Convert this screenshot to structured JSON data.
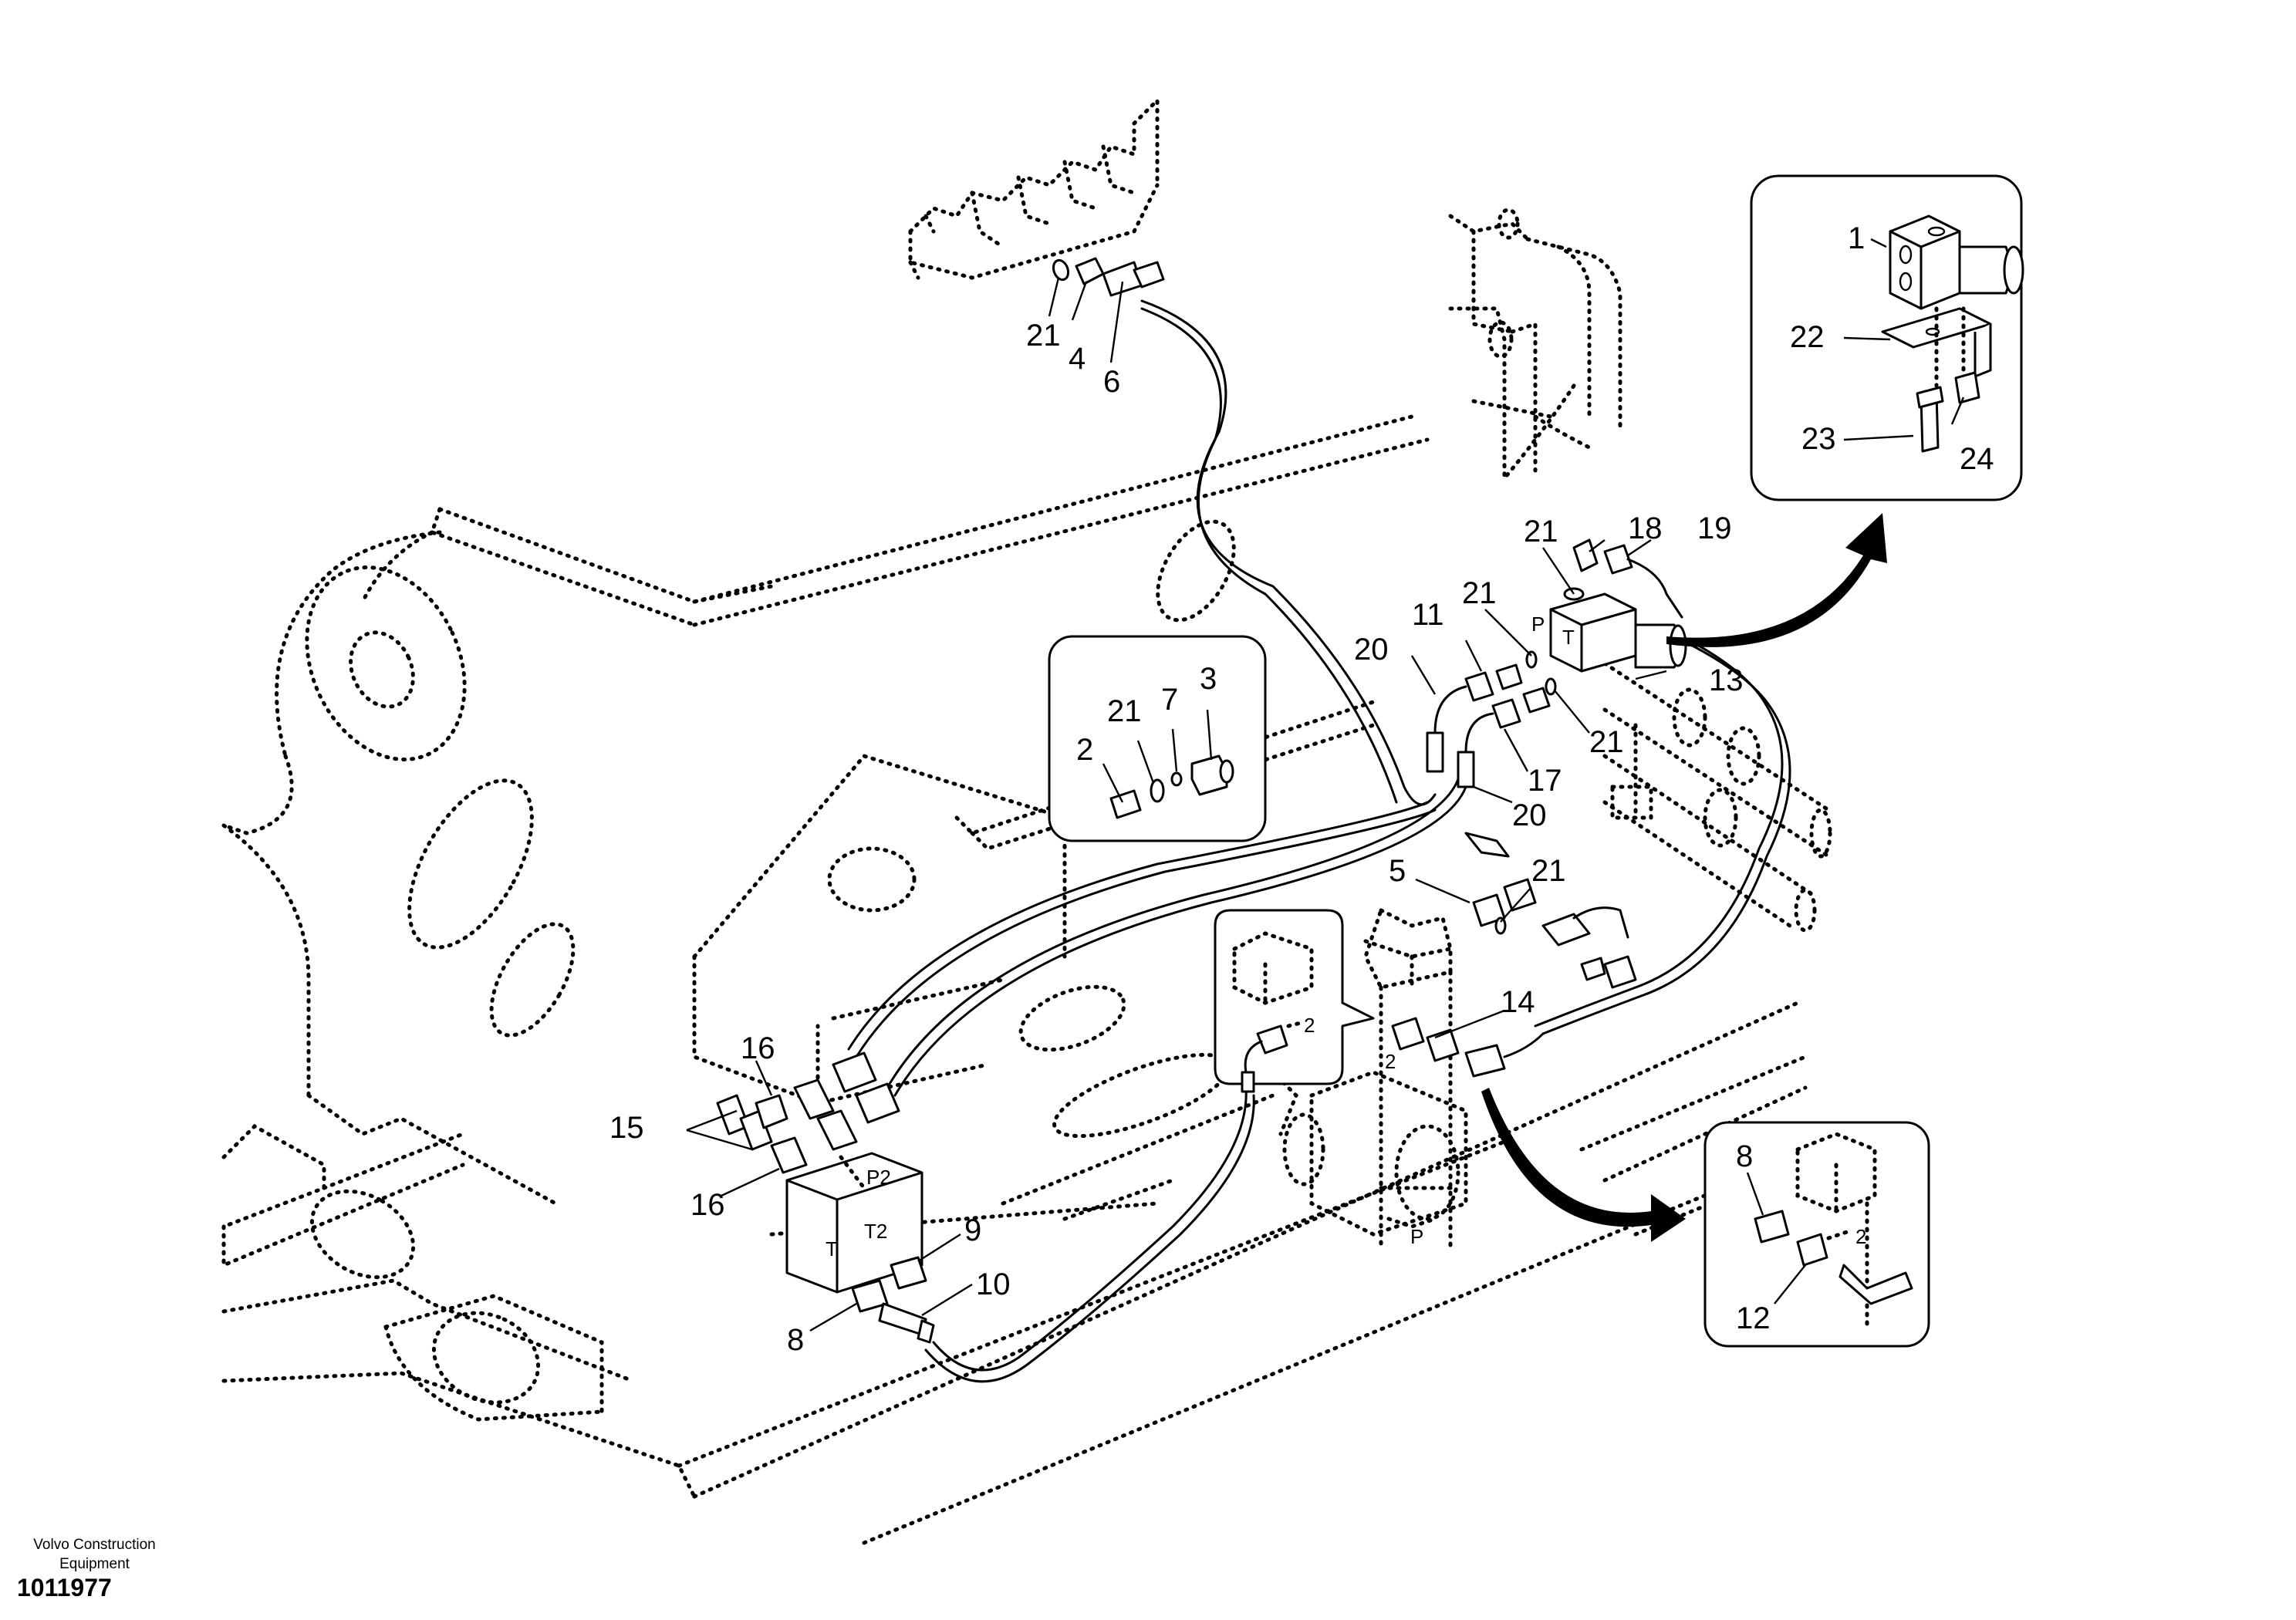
{
  "footer": {
    "brand_line1": "Volvo Construction",
    "brand_line2": "Equipment",
    "document_number": "1011977"
  },
  "callouts": {
    "c1": "1",
    "c2": "2",
    "c3": "3",
    "c4": "4",
    "c5": "5",
    "c6": "6",
    "c7": "7",
    "c8": "8",
    "c9": "9",
    "c10": "10",
    "c11": "11",
    "c12": "12",
    "c13": "13",
    "c14": "14",
    "c15": "15",
    "c16": "16",
    "c17": "17",
    "c18": "18",
    "c19": "19",
    "c20": "20",
    "c21": "21",
    "c22": "22",
    "c23": "23",
    "c24": "24"
  },
  "port_labels": {
    "p2": "P2",
    "t2": "T2",
    "t": "T",
    "p": "P",
    "pt_p": "P",
    "pt_t": "T",
    "two": "2"
  }
}
